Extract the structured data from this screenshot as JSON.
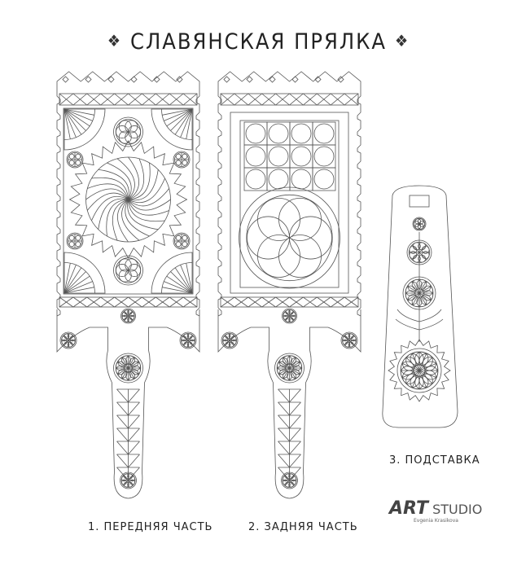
{
  "title": "СЛАВЯНСКАЯ ПРЯЛКА",
  "title_ornament_icon": "slavic-knot-icon",
  "captions": {
    "front": "1. ПЕРЕДНЯЯ ЧАСТЬ",
    "back": "2. ЗАДНЯЯ ЧАСТЬ",
    "stand": "3. ПОДСТАВКА"
  },
  "logo": {
    "art": "ART",
    "studio": "STUDIO",
    "author": "Evgenia Krasikova"
  },
  "colors": {
    "line": "#555555",
    "text": "#222222"
  }
}
